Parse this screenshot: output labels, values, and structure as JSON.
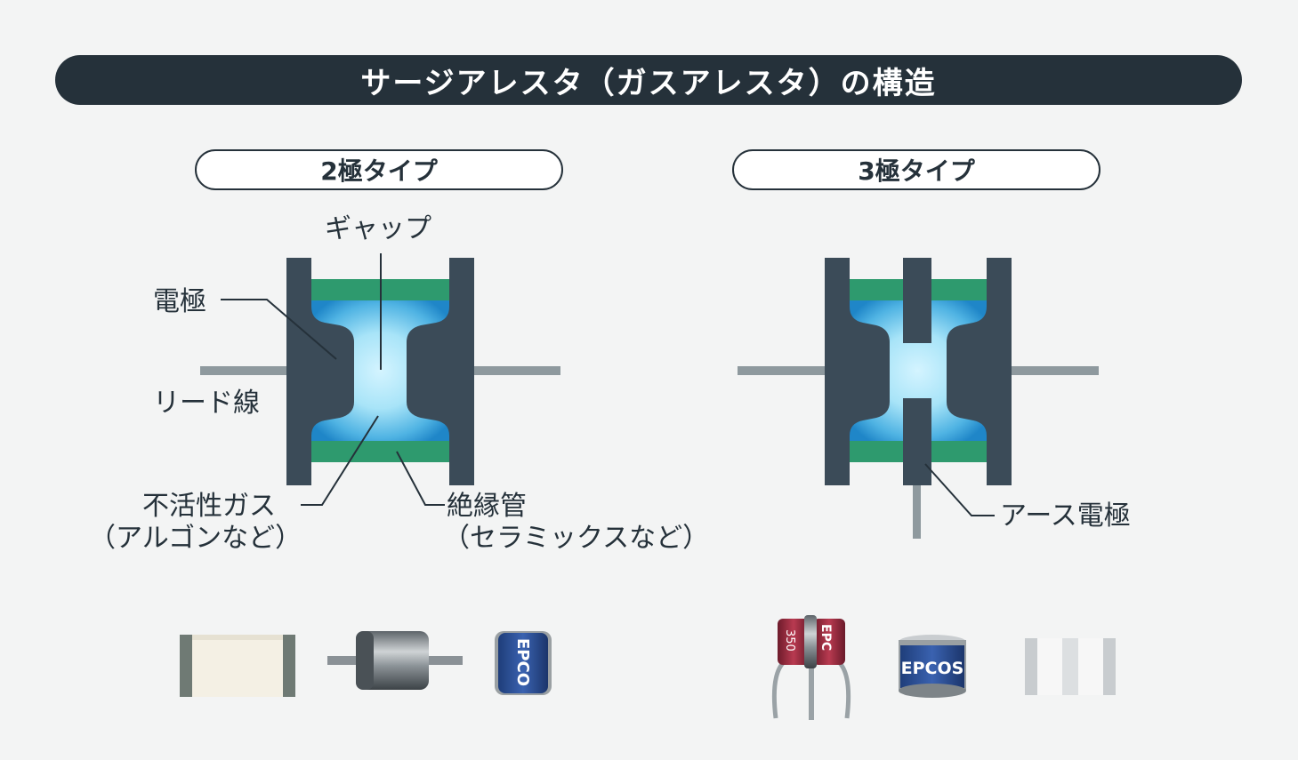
{
  "title": "サージアレスタ（ガスアレスタ）の構造",
  "types": {
    "two_pole": "2極タイプ",
    "three_pole": "3極タイプ"
  },
  "labels": {
    "gap": "ギャップ",
    "electrode": "電極",
    "lead_wire": "リード線",
    "inert_gas": "不活性ガス",
    "inert_gas_examples": "（アルゴンなど）",
    "insulating_tube": "絶縁管",
    "insulating_tube_examples": "（セラミックスなど）",
    "ground_electrode": "アース電極"
  },
  "products": {
    "label_epc": "EPC",
    "label_350": "350",
    "label_epcos": "EPCOS",
    "label_epco": "EPCO"
  },
  "colors": {
    "dark": "#25313a",
    "electrode": "#3b4b58",
    "green": "#2e9a6e",
    "gas_light": "#c8f0ff",
    "gas_blue": "#1f86c8",
    "lead": "#8e999e"
  }
}
